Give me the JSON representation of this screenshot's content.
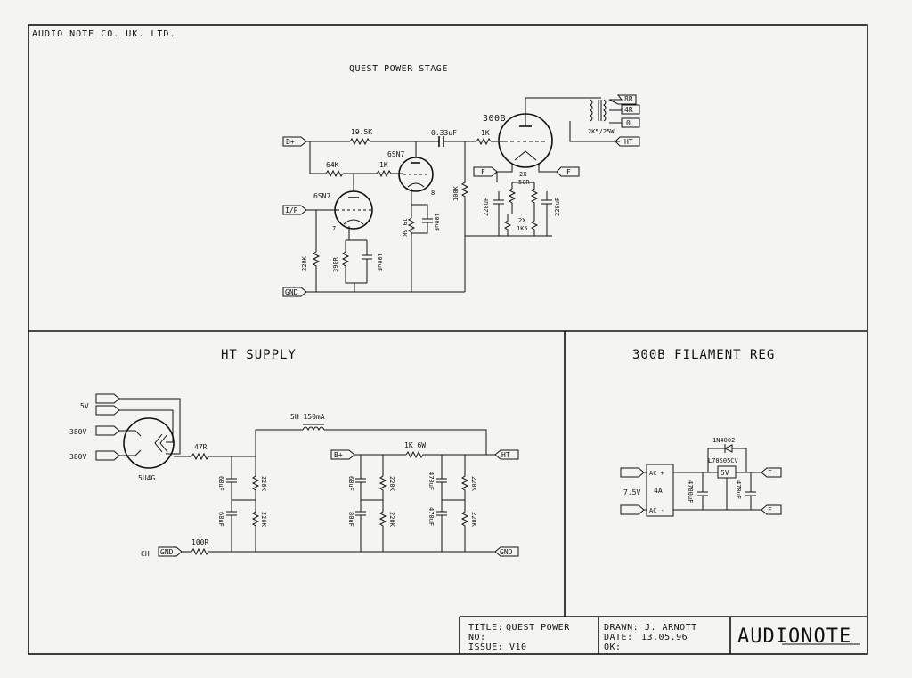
{
  "header": {
    "company": "AUDIO NOTE CO. UK. LTD."
  },
  "power_stage": {
    "title": "QUEST POWER STAGE",
    "terminals": {
      "bplus": "B+",
      "input": "I/P",
      "gnd": "GND",
      "fil_left": "F",
      "fil_right": "F",
      "out_8r": "8R",
      "out_4r": "4R",
      "out_0": "0",
      "out_ht": "HT"
    },
    "tubes": {
      "v1": "6SN7",
      "v2": "6SN7",
      "v3": "300B"
    },
    "pins": {
      "v1_pin": "7",
      "v2_pin": "8"
    },
    "parts": {
      "r_19k5_top": "19.5K",
      "r_64k": "64K",
      "r_1k_grid": "1K",
      "c_033": "0.33uF",
      "r_1k_300b": "1K",
      "r_100k": "100K",
      "r_220k": "220K",
      "r_390r": "390R",
      "c_100uf_a": "100uF",
      "r_19k5_cath": "19.5K",
      "c_100uf_b": "100uF",
      "c_220uf_a": "220uF",
      "r_2x50r": "2X\n50R",
      "c_220uf_b": "220uF",
      "r_2x1k5": "2X\n1K5",
      "transformer": "2K5/25W"
    }
  },
  "ht_supply": {
    "title": "HT SUPPLY",
    "inputs": [
      "5V",
      "380V",
      "380V"
    ],
    "rectifier": "5U4G",
    "choke": "5H 150mA",
    "parts": {
      "r_47r": "47R",
      "r_1k6w": "1K 6W",
      "r_100r": "100R",
      "c_68a": "68uF",
      "c_68b": "68uF",
      "r_220a": "220K",
      "r_220b": "220K",
      "c_68c": "68uF",
      "c_80": "80uF",
      "r_220c": "220K",
      "r_220d": "220K",
      "c_470a": "470uF",
      "c_470b": "470uF",
      "r_220e": "220K",
      "r_220f": "220K"
    },
    "terminals": {
      "bplus": "B+",
      "ht": "HT",
      "gnd_left": "GND",
      "gnd_right": "GND",
      "ch": "CH"
    }
  },
  "filament_reg": {
    "title": "300B FILAMENT REG",
    "diode": "1N4002",
    "regulator": "L78S05CV",
    "reg_out": "5V",
    "rect_top": "AC +",
    "rect_mid": "4A",
    "rect_bot": "AC -",
    "input_label": "7.5V",
    "c_in": "4700uF",
    "c_out": "470uF",
    "out_top": "F",
    "out_bot": "F"
  },
  "title_block": {
    "title_label": "TITLE:",
    "title_value": "QUEST POWER",
    "no_label": "NO:",
    "issue_label": "ISSUE:",
    "issue_value": "V10",
    "drawn_label": "DRAWN:",
    "drawn_value": "J. ARNOTT",
    "date_label": "DATE:",
    "date_value": "13.05.96",
    "ok_label": "OK:",
    "logo": "AUDIONOTE"
  }
}
